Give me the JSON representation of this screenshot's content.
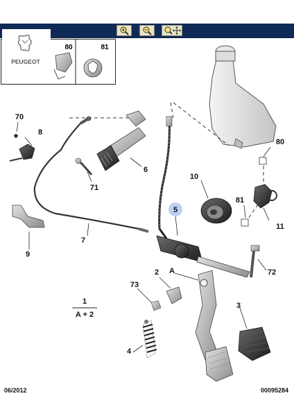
{
  "brand": {
    "name": "PEUGEOT"
  },
  "toolbar": {
    "buttons": [
      {
        "name": "zoom-in-icon"
      },
      {
        "name": "zoom-out-icon"
      },
      {
        "name": "zoom-fit-icon"
      }
    ]
  },
  "thumbnails": [
    {
      "label": "80"
    },
    {
      "label": "81"
    }
  ],
  "callouts": {
    "c70": "70",
    "c8": "8",
    "c6": "6",
    "c71": "71",
    "c9": "9",
    "c7": "7",
    "c10": "10",
    "c5": "5",
    "c80": "80",
    "c81": "81",
    "c11": "11",
    "c72": "72",
    "c2": "2",
    "cA": "A",
    "c73": "73",
    "c1": "1",
    "cA2": "A + 2",
    "c3": "3",
    "c4": "4"
  },
  "footer": {
    "date": "06/2012",
    "ref": "00095284"
  },
  "colors": {
    "toolbar": "#102a57",
    "highlight": "#3a7bd5"
  }
}
